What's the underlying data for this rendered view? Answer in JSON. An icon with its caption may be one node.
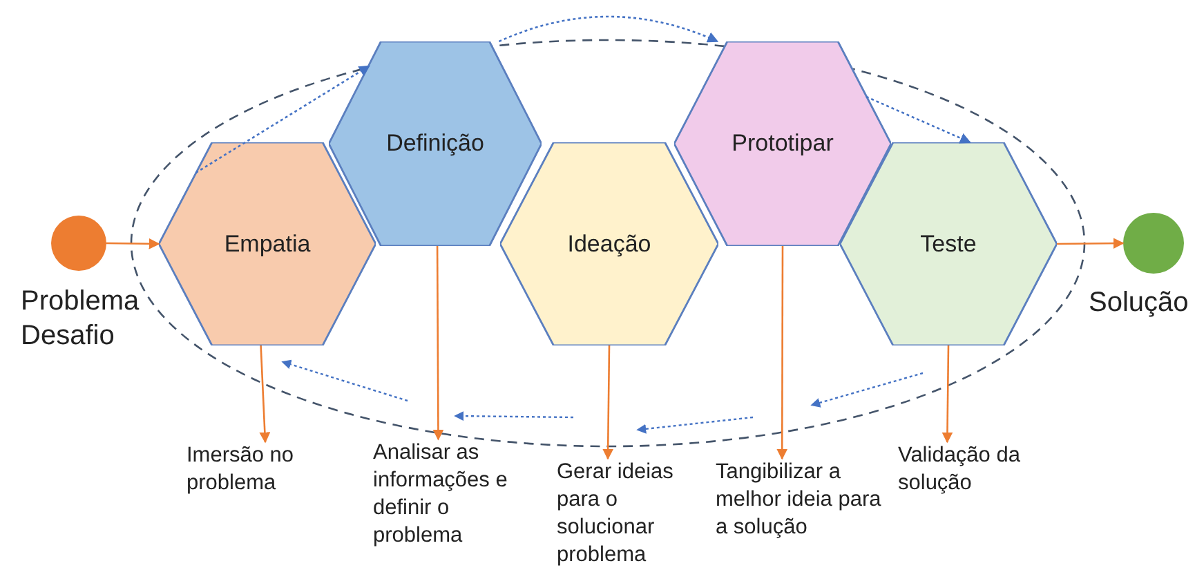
{
  "diagram": {
    "nodes": [
      {
        "text": [],
        "shape": "circle",
        "beside": [
          "Problema Desafio"
        ]
      },
      {
        "text": [
          "Empatia"
        ]
      },
      {
        "text": [
          "Definição"
        ]
      },
      {
        "text": [
          "Ideação"
        ]
      },
      {
        "text": [
          "Prototipar"
        ]
      },
      {
        "text": [
          "Teste"
        ]
      },
      {
        "text": [],
        "shape": "circle",
        "beside": [
          "Solução"
        ]
      },
      {
        "text": [
          "Imersão no problema"
        ]
      },
      {
        "text": [
          "Analisar as informações e definir o problema"
        ]
      },
      {
        "text": [
          "Gerar ideias para o solucionar problema"
        ]
      },
      {
        "text": [
          "Tangibilizar a melhor ideia para a solução"
        ]
      },
      {
        "text": [
          "Validação da solução"
        ]
      }
    ],
    "edges": [
      {
        "from": 0,
        "to": 1,
        "arrow": "to"
      },
      {
        "from": 1,
        "to": 7,
        "arrow": "to"
      },
      {
        "from": 2,
        "to": 8,
        "arrow": "to"
      },
      {
        "from": 3,
        "to": 9,
        "arrow": "to"
      },
      {
        "from": 4,
        "to": 10,
        "arrow": "to"
      },
      {
        "from": 5,
        "to": 11,
        "arrow": "to"
      },
      {
        "from": 5,
        "to": 6,
        "arrow": "to"
      },
      {
        "from": 1,
        "to": 2,
        "arrow": "to",
        "style": "dashed",
        "color": "#4472c4"
      },
      {
        "from": 2,
        "to": 4,
        "arrow": "to",
        "style": "dashed",
        "color": "#4472c4"
      },
      {
        "from": 4,
        "to": 5,
        "arrow": "to",
        "style": "dashed",
        "color": "#4472c4"
      }
    ]
  }
}
